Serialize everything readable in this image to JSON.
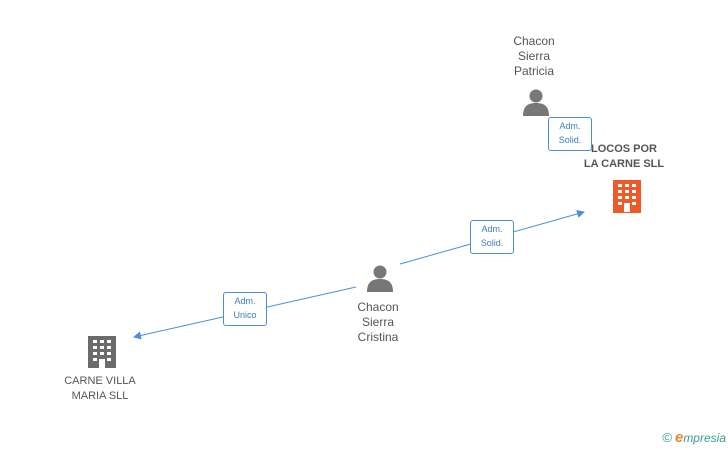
{
  "nodes": {
    "patricia": {
      "label": "Chacon\nSierra\nPatricia",
      "icon": "person-icon"
    },
    "cristina": {
      "label": "Chacon\nSierra\nCristina",
      "icon": "person-icon"
    },
    "locos": {
      "label": "LOCOS POR\nLA CARNE SLL",
      "icon": "building-icon",
      "color": "#f05a28"
    },
    "carne_villa": {
      "label": "CARNE VILLA\nMARIA SLL",
      "icon": "building-icon",
      "color": "#6b6b6b"
    }
  },
  "edges": {
    "patricia_locos": {
      "label": "Adm.\nSolid."
    },
    "cristina_locos": {
      "label": "Adm.\nSolid."
    },
    "cristina_carne": {
      "label": "Adm.\nUnico"
    }
  },
  "colors": {
    "edge": "#4a90d9",
    "person": "#777777"
  },
  "brand": {
    "copyright": "©",
    "initial": "e",
    "name": "mpresia"
  }
}
